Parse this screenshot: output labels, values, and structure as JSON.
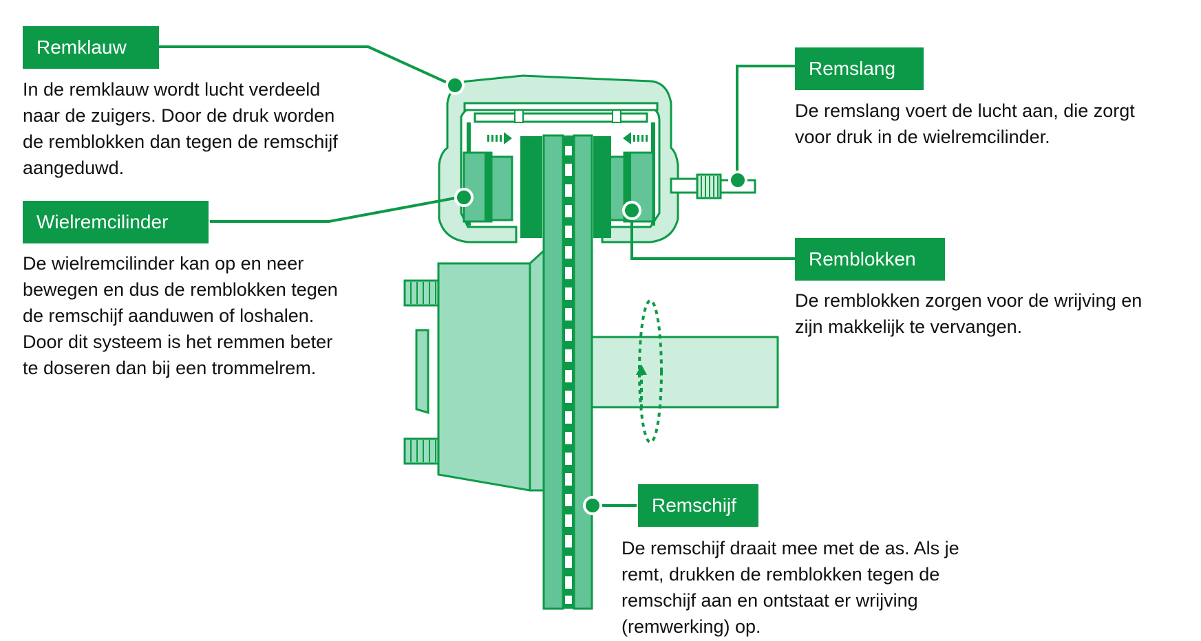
{
  "colors": {
    "accent": "#0d9a48",
    "light_fill": "#cdeedd",
    "mid_fill": "#9bdcbe",
    "pad_fill": "#63c497",
    "dark_fill": "#0d9a48",
    "text": "#111111"
  },
  "labels": {
    "remklauw": {
      "title": "Remklauw",
      "text": "In de remklauw wordt lucht verdeeld\nnaar de zuigers. Door de druk worden\nde remblokken dan tegen de remschijf\naangeduwd."
    },
    "wielremcilinder": {
      "title": "Wielremcilinder",
      "text": "De wielremcilinder kan op en neer\nbewegen en dus de remblokken tegen\nde remschijf aanduwen of loshalen.\nDoor dit systeem is het remmen beter\nte doseren dan bij een trommelrem."
    },
    "remslang": {
      "title": "Remslang",
      "text": "De remslang voert de lucht aan, die zorgt\nvoor druk in de wielremcilinder."
    },
    "remblokken": {
      "title": "Remblokken",
      "text": "De remblokken zorgen voor de wrijving en\nzijn makkelijk te vervangen."
    },
    "remschijf": {
      "title": "Remschijf",
      "text": "De remschijf draait mee met de as. Als je\nremt, drukken de remblokken tegen de\nremschijf aan en ontstaat er wrijving\n(remwerking) op."
    }
  }
}
